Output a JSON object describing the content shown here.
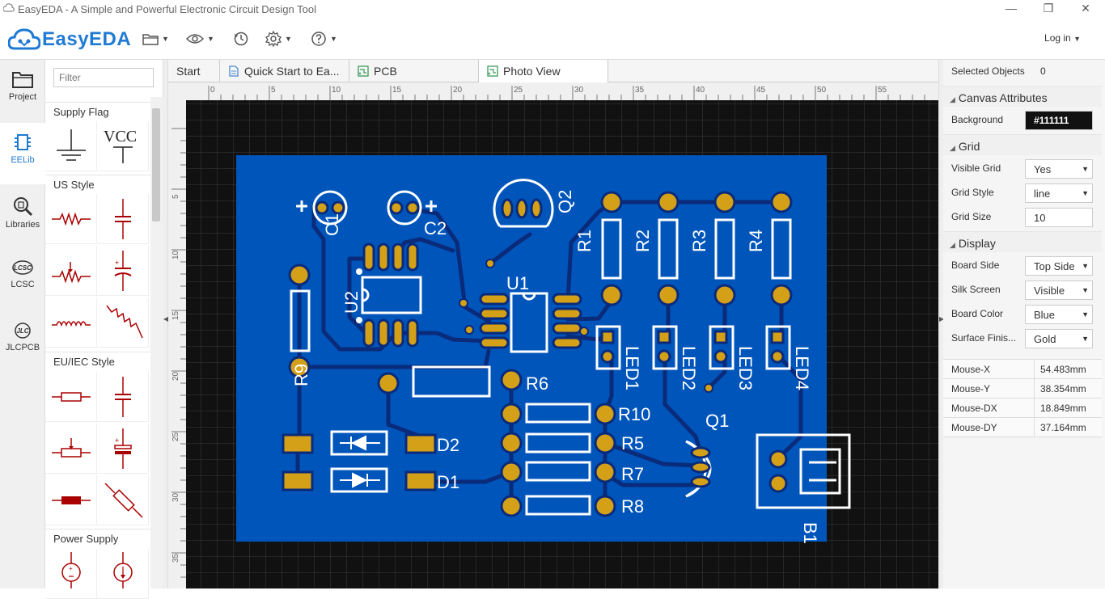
{
  "window": {
    "title": "EasyEDA - A Simple and Powerful Electronic Circuit Design Tool"
  },
  "toolbar": {
    "logo_text": "EasyEDA",
    "login": "Log in"
  },
  "rail": [
    {
      "label": "Project",
      "icon": "folder-icon"
    },
    {
      "label": "EELib",
      "icon": "chip-icon",
      "active": true
    },
    {
      "label": "Libraries",
      "icon": "library-search-icon"
    },
    {
      "label": "LCSC",
      "icon": "lcsc-logo-icon"
    },
    {
      "label": "JLCPCB",
      "icon": "jlc-logo-icon"
    }
  ],
  "library": {
    "filter_placeholder": "Filter",
    "categories": [
      "Supply Flag",
      "US Style",
      "EU/IEC Style",
      "Power Supply"
    ],
    "vcc_label": "VCC"
  },
  "tabs": [
    {
      "label": "Start"
    },
    {
      "label": "Quick Start to Ea..."
    },
    {
      "label": "PCB"
    },
    {
      "label": "Photo View",
      "active": true
    }
  ],
  "ruler": {
    "top": [
      "0",
      "5",
      "10",
      "15",
      "20",
      "25",
      "30",
      "35",
      "40",
      "45",
      "50",
      "55"
    ],
    "left": [
      "5",
      "10",
      "15",
      "20",
      "25",
      "30",
      "35"
    ]
  },
  "pcb": {
    "board_color": "#0055bb",
    "pad_color": "#d4a017",
    "silk_color": "#ffffff",
    "labels": {
      "q1": "Q1",
      "c1": "C1",
      "c2": "C2",
      "q2": "Q2",
      "u1": "U1",
      "u2": "U2",
      "r1": "R1",
      "r2": "R2",
      "r3": "R3",
      "r4": "R4",
      "r9": "R9",
      "led1": "LED1",
      "led2": "LED2",
      "led3": "LED3",
      "led4": "LED4",
      "r6": "R6",
      "r10": "R10",
      "r5": "R5",
      "r7": "R7",
      "r8": "R8",
      "d1": "D1",
      "d2": "D2",
      "b1": "B1"
    }
  },
  "properties": {
    "selected_label": "Selected Objects",
    "selected_count": "0",
    "canvas_head": "Canvas Attributes",
    "background_label": "Background",
    "background_value": "#111111",
    "grid_head": "Grid",
    "visible_grid_label": "Visible Grid",
    "visible_grid_value": "Yes",
    "grid_style_label": "Grid Style",
    "grid_style_value": "line",
    "grid_size_label": "Grid Size",
    "grid_size_value": "10",
    "display_head": "Display",
    "board_side_label": "Board Side",
    "board_side_value": "Top Side",
    "silk_screen_label": "Silk Screen",
    "silk_screen_value": "Visible",
    "board_color_label": "Board Color",
    "board_color_value": "Blue",
    "surface_label": "Surface Finis...",
    "surface_value": "Gold"
  },
  "mouse": [
    {
      "label": "Mouse-X",
      "value": "54.483mm"
    },
    {
      "label": "Mouse-Y",
      "value": "38.354mm"
    },
    {
      "label": "Mouse-DX",
      "value": "18.849mm"
    },
    {
      "label": "Mouse-DY",
      "value": "37.164mm"
    }
  ]
}
